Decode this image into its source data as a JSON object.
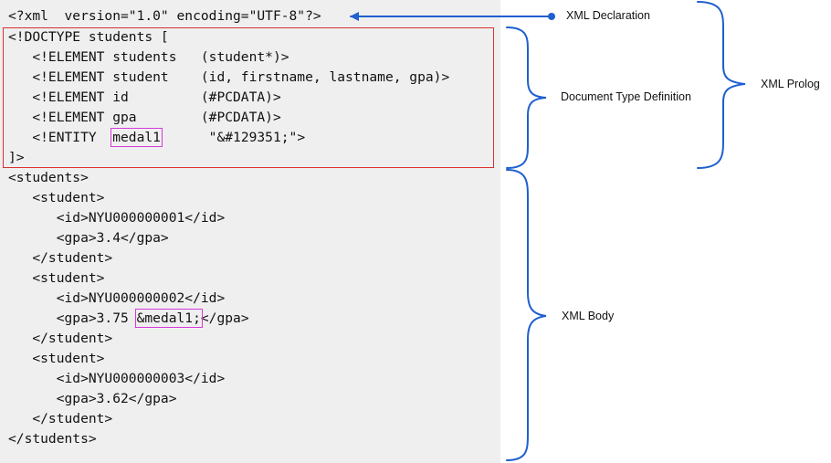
{
  "code_lines": [
    "<?xml  version=\"1.0\" encoding=\"UTF-8\"?>",
    "<!DOCTYPE students [",
    "   <!ELEMENT students   (student*)>",
    "   <!ELEMENT student    (id, firstname, lastname, gpa)>",
    "   <!ELEMENT id         (#PCDATA)>",
    "   <!ELEMENT gpa        (#PCDATA)>",
    "   <!ENTITY  medal1      \"&#129351;\">",
    "]>",
    "<students>",
    "   <student>",
    "      <id>NYU000000001</id>",
    "      <gpa>3.4</gpa>",
    "   </student>",
    "   <student>",
    "      <id>NYU000000002</id>",
    "      <gpa>3.75 &medal1;</gpa>",
    "   </student>",
    "   <student>",
    "      <id>NYU000000003</id>",
    "      <gpa>3.62</gpa>",
    "   </student>",
    "</students>"
  ],
  "highlights": {
    "entity_def": "medal1",
    "entity_ref": "&medal1;"
  },
  "annotations": {
    "xml_declaration": "XML Declaration",
    "dtd": "Document Type Definition",
    "xml_prolog": "XML Prolog",
    "xml_body": "XML Body"
  },
  "colors": {
    "arrow": "#1f5fcf",
    "dtd_border": "#d93030",
    "highlight": "#d63adb",
    "code_bg": "#efefef"
  }
}
